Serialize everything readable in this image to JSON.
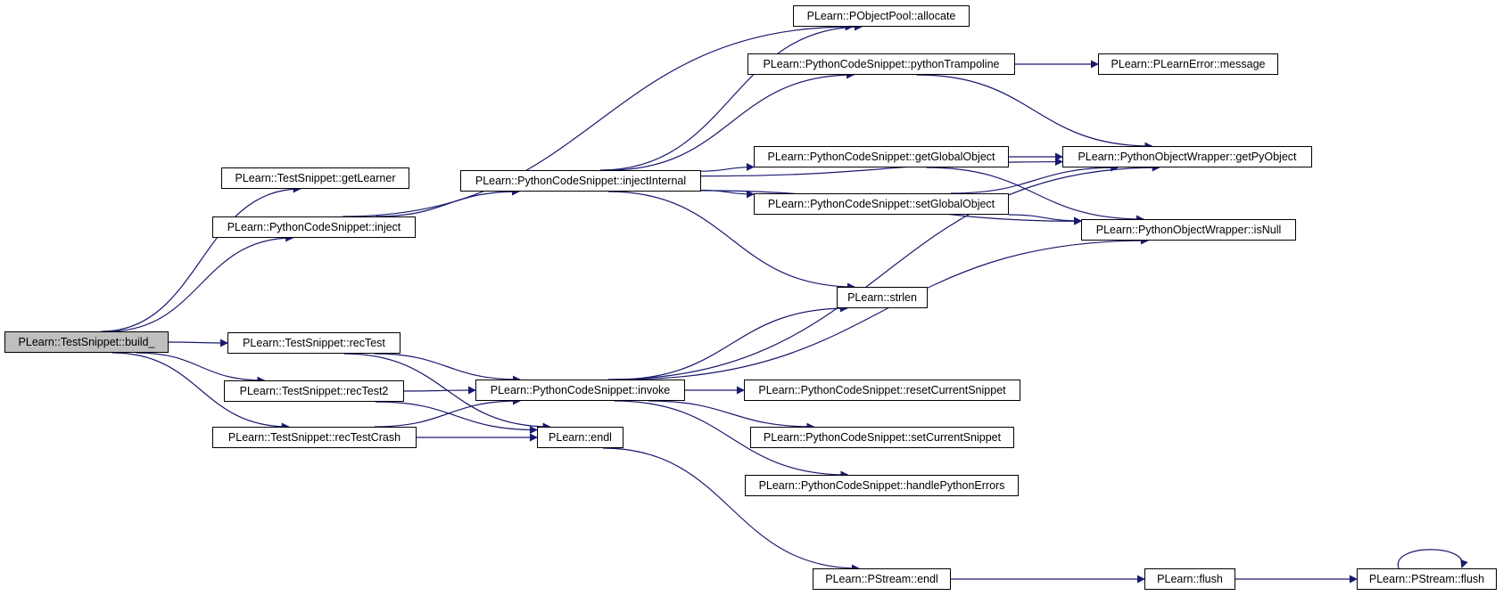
{
  "diagram": {
    "nodes": [
      {
        "id": "build",
        "label": "PLearn::TestSnippet::build_",
        "root": true
      },
      {
        "id": "getLearner",
        "label": "PLearn::TestSnippet::getLearner"
      },
      {
        "id": "inject",
        "label": "PLearn::PythonCodeSnippet::inject"
      },
      {
        "id": "recTest",
        "label": "PLearn::TestSnippet::recTest"
      },
      {
        "id": "recTest2",
        "label": "PLearn::TestSnippet::recTest2"
      },
      {
        "id": "recTestCrash",
        "label": "PLearn::TestSnippet::recTestCrash"
      },
      {
        "id": "injectInternal",
        "label": "PLearn::PythonCodeSnippet::injectInternal"
      },
      {
        "id": "invoke",
        "label": "PLearn::PythonCodeSnippet::invoke"
      },
      {
        "id": "endl",
        "label": "PLearn::endl"
      },
      {
        "id": "allocate",
        "label": "PLearn::PObjectPool::allocate"
      },
      {
        "id": "pythonTrampoline",
        "label": "PLearn::PythonCodeSnippet::pythonTrampoline"
      },
      {
        "id": "getGlobalObject",
        "label": "PLearn::PythonCodeSnippet::getGlobalObject"
      },
      {
        "id": "setGlobalObject",
        "label": "PLearn::PythonCodeSnippet::setGlobalObject"
      },
      {
        "id": "strlen",
        "label": "PLearn::strlen"
      },
      {
        "id": "resetCurrentSnippet",
        "label": "PLearn::PythonCodeSnippet::resetCurrentSnippet"
      },
      {
        "id": "setCurrentSnippet",
        "label": "PLearn::PythonCodeSnippet::setCurrentSnippet"
      },
      {
        "id": "handlePythonErrors",
        "label": "PLearn::PythonCodeSnippet::handlePythonErrors"
      },
      {
        "id": "pstreamEndl",
        "label": "PLearn::PStream::endl"
      },
      {
        "id": "message",
        "label": "PLearn::PLearnError::message"
      },
      {
        "id": "getPyObject",
        "label": "PLearn::PythonObjectWrapper::getPyObject"
      },
      {
        "id": "isNull",
        "label": "PLearn::PythonObjectWrapper::isNull"
      },
      {
        "id": "flush",
        "label": "PLearn::flush"
      },
      {
        "id": "pstreamFlush",
        "label": "PLearn::PStream::flush"
      }
    ],
    "edges": [
      [
        "build",
        "getLearner"
      ],
      [
        "build",
        "inject"
      ],
      [
        "build",
        "recTest"
      ],
      [
        "build",
        "recTest2"
      ],
      [
        "build",
        "recTestCrash"
      ],
      [
        "inject",
        "allocate"
      ],
      [
        "inject",
        "injectInternal"
      ],
      [
        "injectInternal",
        "allocate"
      ],
      [
        "injectInternal",
        "pythonTrampoline"
      ],
      [
        "injectInternal",
        "getPyObject"
      ],
      [
        "injectInternal",
        "getGlobalObject"
      ],
      [
        "injectInternal",
        "setGlobalObject"
      ],
      [
        "injectInternal",
        "isNull"
      ],
      [
        "injectInternal",
        "strlen"
      ],
      [
        "pythonTrampoline",
        "message"
      ],
      [
        "pythonTrampoline",
        "getPyObject"
      ],
      [
        "getGlobalObject",
        "getPyObject"
      ],
      [
        "getGlobalObject",
        "isNull"
      ],
      [
        "setGlobalObject",
        "getPyObject"
      ],
      [
        "setGlobalObject",
        "isNull"
      ],
      [
        "recTest",
        "invoke"
      ],
      [
        "recTest",
        "endl"
      ],
      [
        "recTest2",
        "invoke"
      ],
      [
        "recTest2",
        "endl"
      ],
      [
        "recTestCrash",
        "invoke"
      ],
      [
        "recTestCrash",
        "endl"
      ],
      [
        "invoke",
        "strlen"
      ],
      [
        "invoke",
        "getPyObject"
      ],
      [
        "invoke",
        "resetCurrentSnippet"
      ],
      [
        "invoke",
        "setCurrentSnippet"
      ],
      [
        "invoke",
        "handlePythonErrors"
      ],
      [
        "invoke",
        "isNull"
      ],
      [
        "endl",
        "pstreamEndl"
      ],
      [
        "pstreamEndl",
        "flush"
      ],
      [
        "flush",
        "pstreamFlush"
      ],
      [
        "pstreamFlush",
        "pstreamFlush"
      ]
    ],
    "edge_color": "#191970",
    "root_fill": "#bfbfbf"
  }
}
